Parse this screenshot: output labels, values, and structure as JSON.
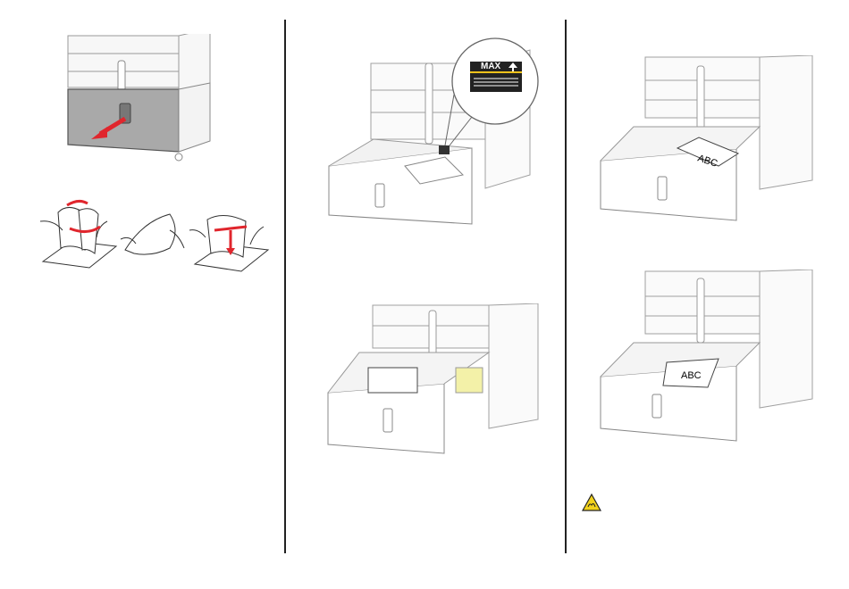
{
  "figures": {
    "max_callout": {
      "label": "MAX"
    },
    "paper_face_up": {
      "label": "ABC"
    },
    "paper_face_down": {
      "label": "ABC"
    }
  },
  "warning": {
    "icon": "warning-triangle-icon",
    "color": "#f2d21b"
  },
  "colors": {
    "arrow": "#e0262d",
    "outline": "#555555",
    "panel": "#bdbdbd",
    "light": "#f4f4f4"
  }
}
